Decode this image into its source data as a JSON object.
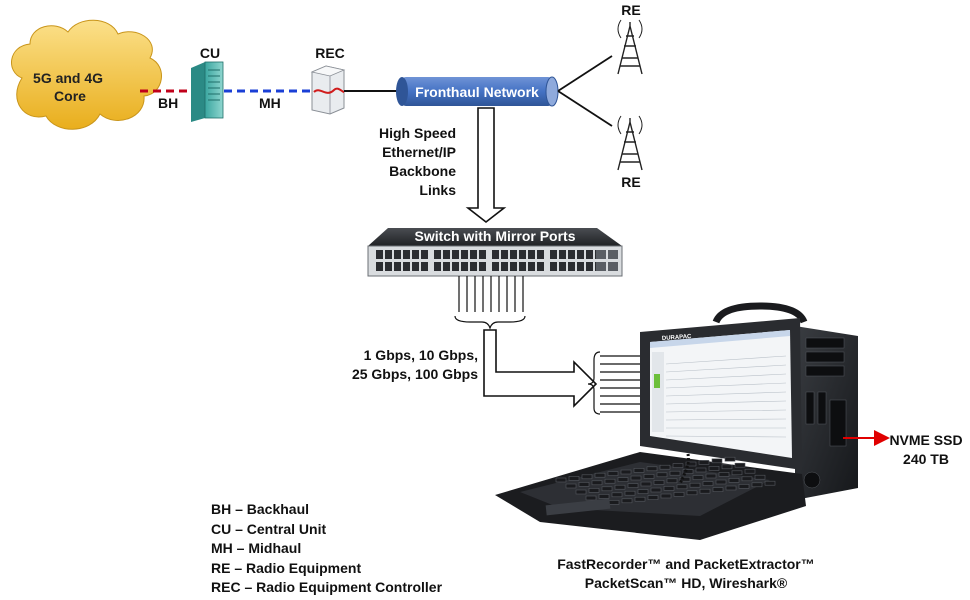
{
  "nodes": {
    "core": "5G and 4G\nCore",
    "cu": "CU",
    "rec": "REC",
    "re_top": "RE",
    "re_bottom": "RE",
    "fronthaul": "Fronthaul Network",
    "switch": "Switch with Mirror Ports",
    "laptop_brand": "DURAPAC",
    "nvme": "NVME SSD\n240 TB"
  },
  "links": {
    "bh": "BH",
    "mh": "MH",
    "backbone": "High Speed\nEthernet/IP\nBackbone Links",
    "speeds": "1 Gbps, 10 Gbps,\n25 Gbps, 100 Gbps"
  },
  "software": "FastRecorder™ and PacketExtractor™\nPacketScan™ HD, Wireshark®",
  "legend": [
    "BH – Backhaul",
    "CU – Central Unit",
    "MH – Midhaul",
    "RE – Radio Equipment",
    "REC – Radio Equipment Controller"
  ],
  "colors": {
    "backhaul_line": "#c0001a",
    "midhaul_line": "#1a3fd6",
    "fronthaul_fill": "#4472c4",
    "cloud_fill": "#f5c53c",
    "nvme_arrow": "#e00000"
  }
}
